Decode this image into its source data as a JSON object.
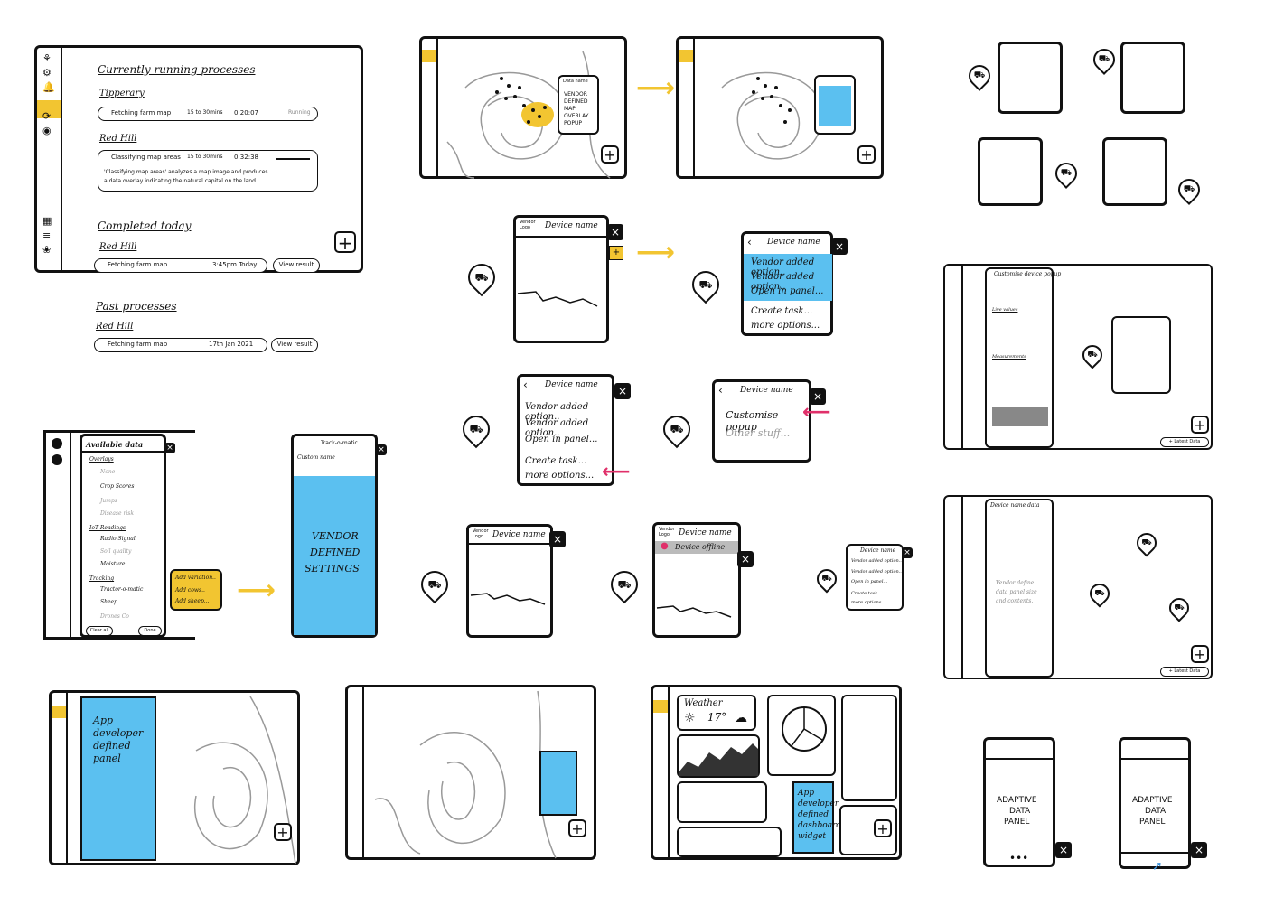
{
  "processes_panel": {
    "title": "Currently running processes",
    "group1": "Tipperary",
    "row1": {
      "task": "Fetching farm map",
      "eta": "15 to 30mins",
      "elapsed": "0:20:07",
      "status": "Running"
    },
    "group2": "Red Hill",
    "row2": {
      "task": "Classifying map areas",
      "eta": "15 to 30mins",
      "elapsed": "0:32:38",
      "desc1": "'Classifying map areas' analyzes a map image and produces",
      "desc2": "a data overlay indicating the natural capital on the land."
    },
    "completed_title": "Completed today",
    "group3": "Red Hill",
    "row3": {
      "task": "Fetching farm map",
      "time": "3:45pm Today",
      "action": "View result"
    },
    "past_title": "Past processes",
    "group4": "Red Hill",
    "row4": {
      "task": "Fetching farm map",
      "time": "17th Jan 2021",
      "action": "View result"
    },
    "plus": "+"
  },
  "map_popup": {
    "lines": [
      "VENDOR",
      "DEFINED",
      "MAP",
      "OVERLAY",
      "POPUP"
    ],
    "header": "Data name"
  },
  "device_popups": {
    "logo": "Vendor Logo",
    "device_name": "Device name",
    "menu": [
      "Vendor added option..",
      "Vendor added option..",
      "Open in panel..."
    ],
    "menu2": [
      "Create task...",
      "more options..."
    ],
    "customise": "Customise popup",
    "other": "Other stuff...",
    "offline": "Device offline"
  },
  "available_data": {
    "title": "Available data",
    "overlays": "Overlays",
    "items": [
      "None",
      "Crop Scores",
      "Jumps",
      "Disease risk"
    ],
    "iot": "IoT Readings",
    "iot_items": [
      "Radio Signal",
      "Soil quality",
      "Moisture"
    ],
    "tracking": "Tracking",
    "tracking_items": [
      "Tractor-o-matic",
      "Sheep",
      "Drones Co"
    ],
    "footer": [
      "Clear all",
      "Done"
    ],
    "yellow_menu": [
      "Add variation..",
      "Add cows..",
      "Add sheep..."
    ]
  },
  "vendor_settings": {
    "header": "Track-o-matic",
    "sub": "Custom name",
    "lines": [
      "VENDOR",
      "DEFINED",
      "SETTINGS"
    ]
  },
  "customise_display": {
    "title": "Customise device popup",
    "sections": [
      "Live values",
      "Measurements"
    ],
    "latest": "+ Latest Data"
  },
  "device_data": {
    "title": "Device name data",
    "note1": "Vendor define",
    "note2": "data panel size",
    "note3": "and contents.",
    "latest": "+ Latest Data"
  },
  "app_panel": {
    "lines": [
      "App",
      "developer",
      "defined",
      "panel"
    ]
  },
  "dashboard": {
    "weather": "Weather",
    "temp": "17°",
    "widget": [
      "App",
      "developer",
      "defined",
      "dashboard",
      "widget"
    ]
  },
  "adaptive": {
    "lines": [
      "ADAPTIVE",
      "DATA",
      "PANEL"
    ]
  },
  "close": "×"
}
